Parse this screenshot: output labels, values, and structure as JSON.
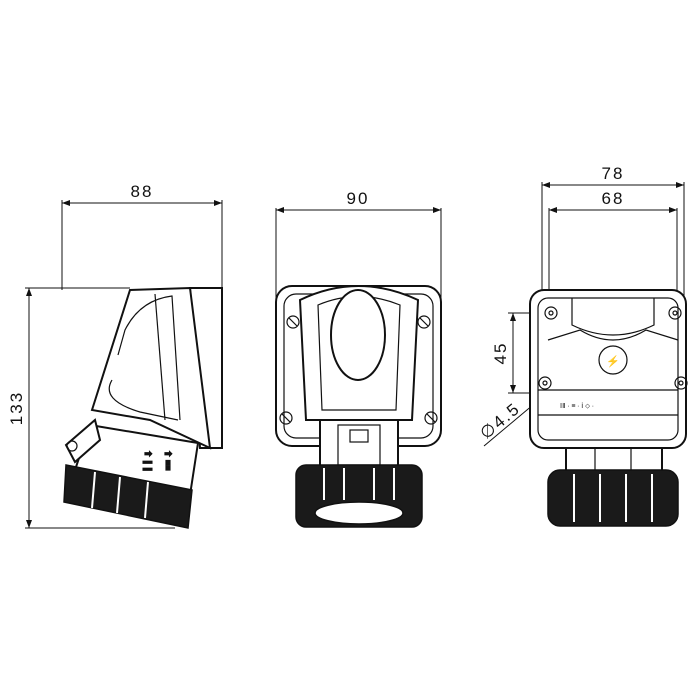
{
  "drawing": {
    "side_view": {
      "width_label": "88",
      "height_label": "133"
    },
    "front_view": {
      "width_label": "90"
    },
    "back_view": {
      "overall_width_label": "78",
      "hole_spacing_label": "68",
      "vertical_hole_spacing_label": "45",
      "hole_diameter_label": "∅4.5"
    }
  }
}
